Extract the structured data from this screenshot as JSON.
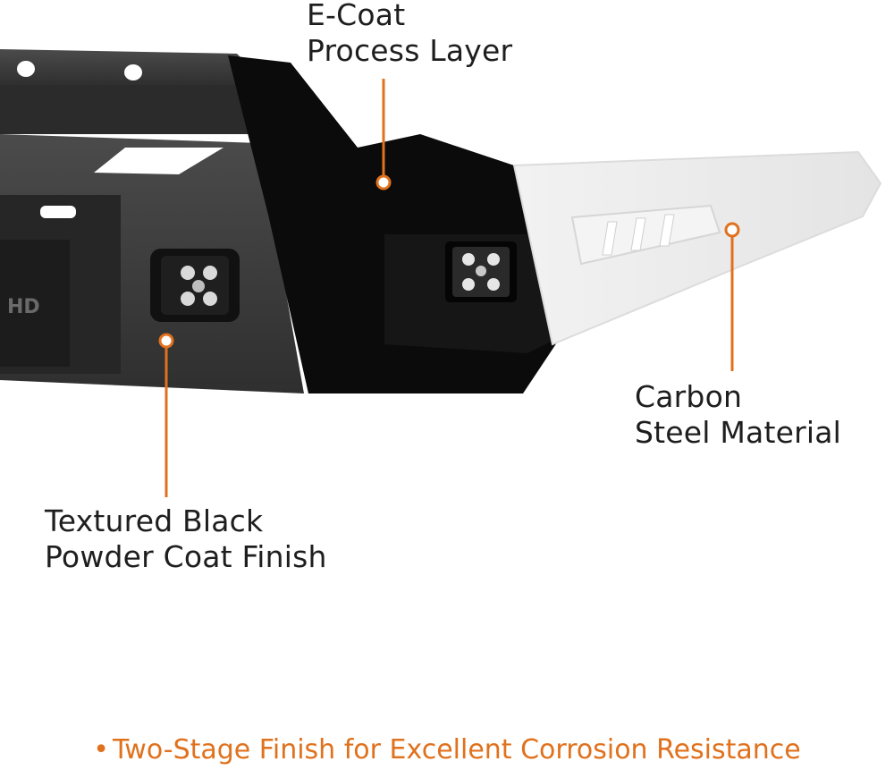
{
  "colors": {
    "accent": "#e0711d",
    "label_text": "#1e1e1e",
    "black_finish": "#0b0b0b",
    "gray_finish": "#3d3d3d",
    "silver_steel": "#ececec"
  },
  "image": {
    "subject": "bumper-product-photo",
    "brand_mark_fragment": "HD"
  },
  "callouts": {
    "ecoat": {
      "line1": "E-Coat",
      "line2": "Process Layer"
    },
    "carbon": {
      "line1": "Carbon",
      "line2": "Steel Material"
    },
    "powder": {
      "line1": "Textured Black",
      "line2": "Powder Coat Finish"
    }
  },
  "footer": {
    "bullet": "•",
    "text": "Two-Stage Finish for Excellent Corrosion Resistance"
  }
}
